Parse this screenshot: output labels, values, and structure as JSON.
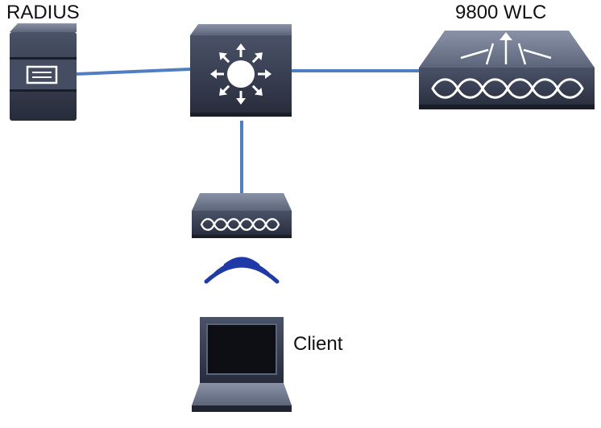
{
  "labels": {
    "radius": "RADIUS",
    "wlc": "9800 WLC",
    "client": "Client"
  },
  "colors": {
    "link": "#4f7fc0",
    "device_face": "#3b4255",
    "device_top": "#717a91",
    "device_dark": "#222735",
    "wifi_waves": "#1f3aa6",
    "screen": "#0d0f14",
    "icon_white": "#ffffff"
  },
  "nodes": [
    {
      "id": "radius-server",
      "type": "server",
      "label_key": "radius"
    },
    {
      "id": "core-switch",
      "type": "layer3-switch"
    },
    {
      "id": "wlc",
      "type": "wireless-lan-controller",
      "label_key": "wlc"
    },
    {
      "id": "access-point",
      "type": "access-point"
    },
    {
      "id": "client-laptop",
      "type": "laptop",
      "label_key": "client"
    }
  ],
  "links": [
    {
      "from": "radius-server",
      "to": "core-switch"
    },
    {
      "from": "core-switch",
      "to": "wlc"
    },
    {
      "from": "core-switch",
      "to": "access-point"
    },
    {
      "from": "access-point",
      "to": "client-laptop",
      "medium": "wireless"
    }
  ]
}
